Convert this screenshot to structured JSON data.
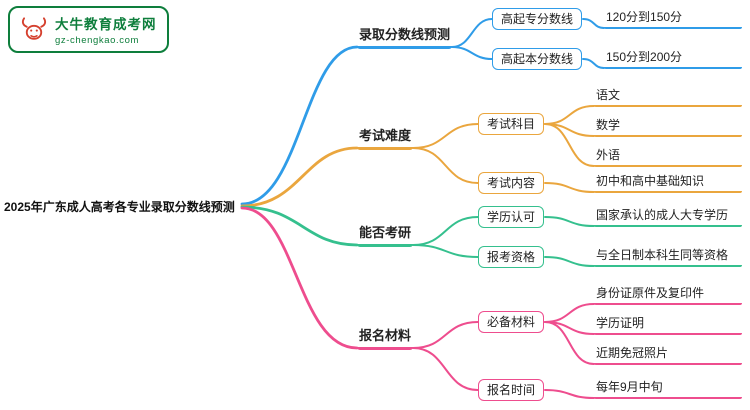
{
  "logo": {
    "brand": "大牛教育成考网",
    "domain": "gz-chengkao.com",
    "bull_color": "#d5402e",
    "green": "#0e7e3c"
  },
  "root": {
    "label": "2025年广东成人高考各专业录取分数线预测"
  },
  "branches": [
    {
      "label": "录取分数线预测",
      "color": "#2f9ce8",
      "children": [
        {
          "label": "高起专分数线",
          "leaves": [
            "120分到150分"
          ]
        },
        {
          "label": "高起本分数线",
          "leaves": [
            "150分到200分"
          ]
        }
      ]
    },
    {
      "label": "考试难度",
      "color": "#eaa63e",
      "children": [
        {
          "label": "考试科目",
          "leaves": [
            "语文",
            "数学",
            "外语"
          ]
        },
        {
          "label": "考试内容",
          "leaves": [
            "初中和高中基础知识"
          ]
        }
      ]
    },
    {
      "label": "能否考研",
      "color": "#35c08e",
      "children": [
        {
          "label": "学历认可",
          "leaves": [
            "国家承认的成人大专学历"
          ]
        },
        {
          "label": "报考资格",
          "leaves": [
            "与全日制本科生同等资格"
          ]
        }
      ]
    },
    {
      "label": "报名材料",
      "color": "#ee4d8e",
      "children": [
        {
          "label": "必备材料",
          "leaves": [
            "身份证原件及复印件",
            "学历证明",
            "近期免冠照片"
          ]
        },
        {
          "label": "报名时间",
          "leaves": [
            "每年9月中旬"
          ]
        }
      ]
    }
  ]
}
